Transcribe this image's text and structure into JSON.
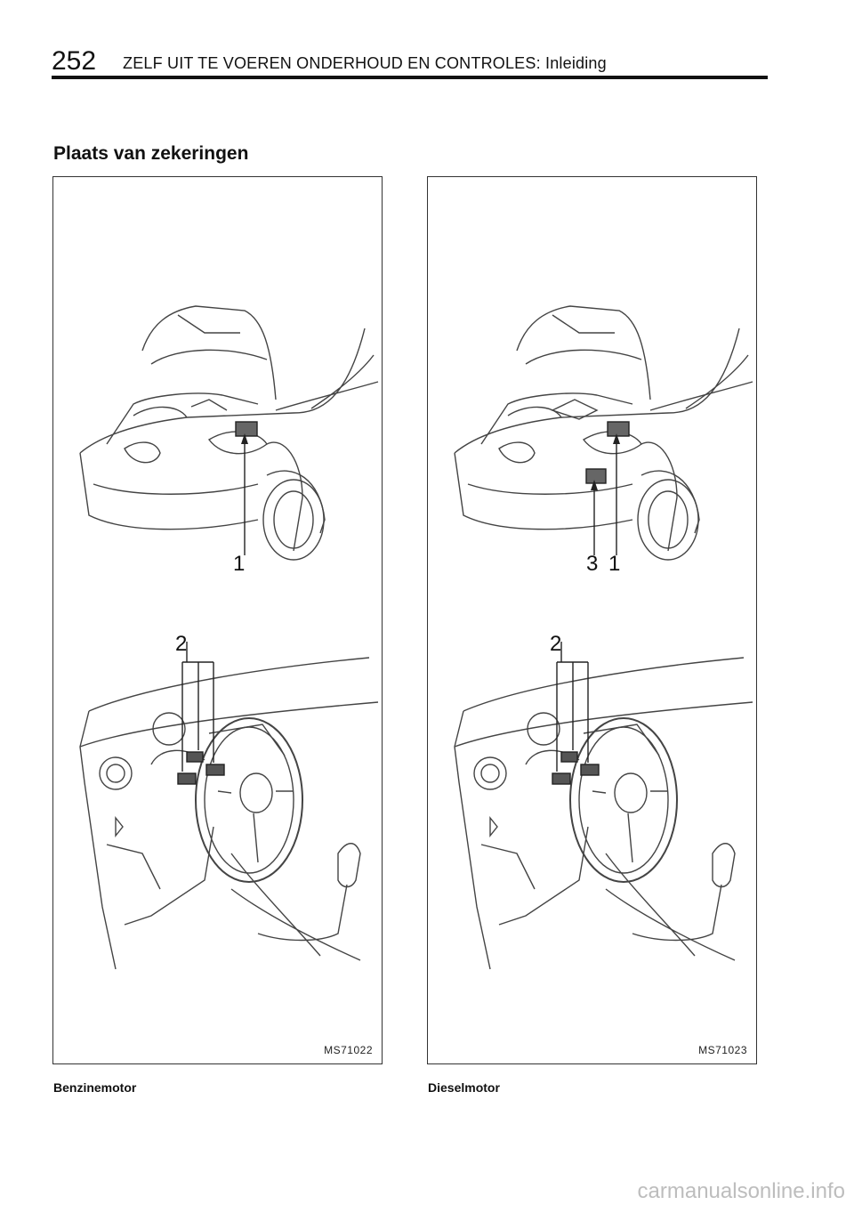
{
  "header": {
    "page_number": "252",
    "title": "ZELF UIT TE VOEREN ONDERHOUD EN CONTROLES: Inleiding"
  },
  "section": {
    "title": "Plaats van zekeringen"
  },
  "figures": [
    {
      "callouts": [
        "1",
        "2"
      ],
      "code": "MS71022",
      "caption": "Benzinemotor"
    },
    {
      "callouts": [
        "3",
        "1",
        "2"
      ],
      "code": "MS71023",
      "caption": "Dieselmotor"
    }
  ],
  "watermark": "carmanualsonline.info"
}
